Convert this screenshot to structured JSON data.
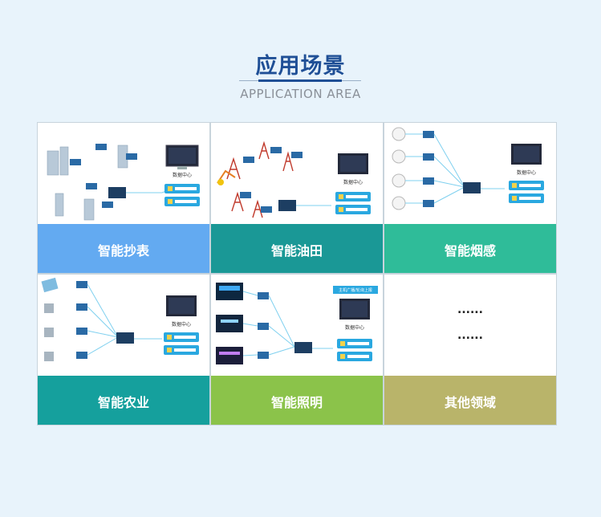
{
  "header": {
    "title": "应用场景",
    "subtitle": "APPLICATION AREA"
  },
  "cards": [
    {
      "label": "智能抄表",
      "color": "#63aaf1",
      "center_label": "数据中心"
    },
    {
      "label": "智能油田",
      "color": "#1a9896",
      "center_label": "数据中心"
    },
    {
      "label": "智能烟感",
      "color": "#2fbc99",
      "center_label": "数据中心"
    },
    {
      "label": "智能农业",
      "color": "#15a09d",
      "center_label": "数据中心"
    },
    {
      "label": "智能照明",
      "color": "#8bc34a",
      "center_label": "数据中心",
      "banner": "主机广播/轮询上报"
    },
    {
      "label": "其他领域",
      "color": "#b9b46a",
      "dots": [
        "......",
        "......"
      ]
    }
  ]
}
